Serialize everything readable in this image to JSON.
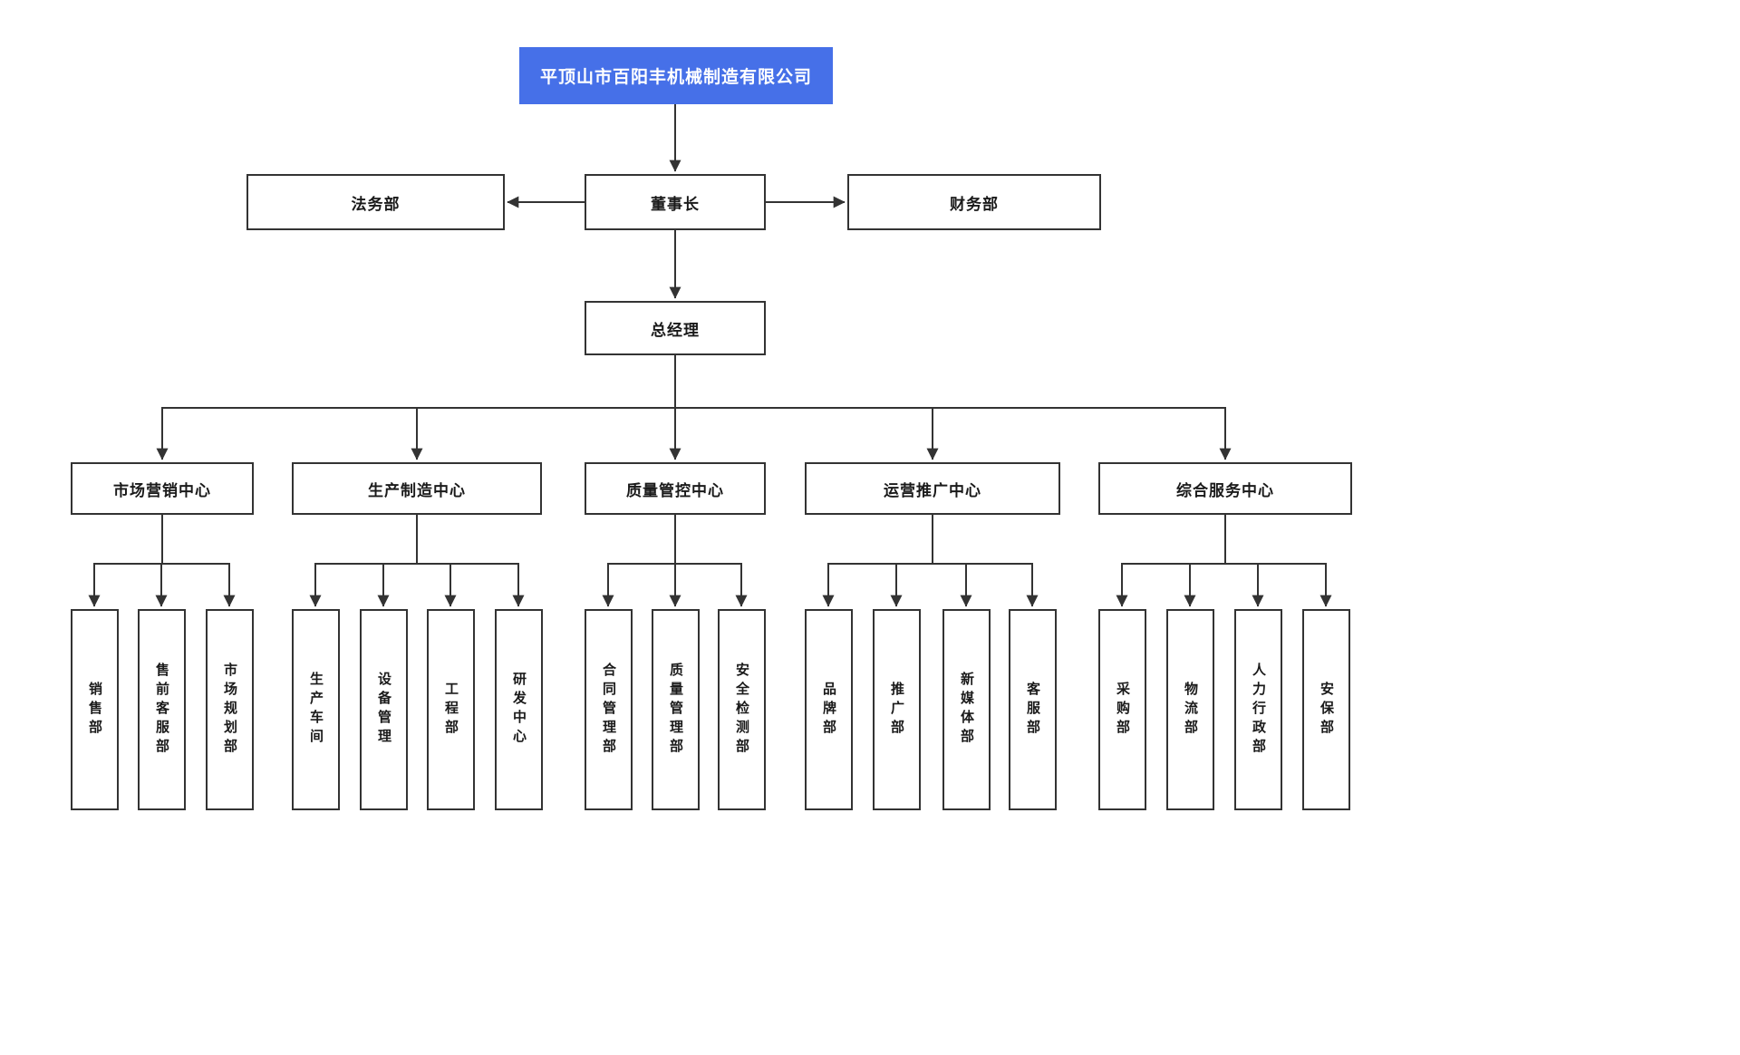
{
  "colors": {
    "accent_blue": "#4670e8",
    "line": "#333333",
    "box_border": "#333333",
    "background": "#ffffff"
  },
  "org": {
    "company": "平顶山市百阳丰机械制造有限公司",
    "chairman": "董事长",
    "legal": "法务部",
    "finance": "财务部",
    "general_manager": "总经理",
    "centers": [
      {
        "label": "市场营销中心",
        "children": [
          "销售部",
          "售前客服部",
          "市场规划部"
        ]
      },
      {
        "label": "生产制造中心",
        "children": [
          "生产车间",
          "设备管理",
          "工程部",
          "研发中心"
        ]
      },
      {
        "label": "质量管控中心",
        "children": [
          "合同管理部",
          "质量管理部",
          "安全检测部"
        ]
      },
      {
        "label": "运营推广中心",
        "children": [
          "品牌部",
          "推广部",
          "新媒体部",
          "客服部"
        ]
      },
      {
        "label": "综合服务中心",
        "children": [
          "采购部",
          "物流部",
          "人力行政部",
          "安保部"
        ]
      }
    ]
  }
}
